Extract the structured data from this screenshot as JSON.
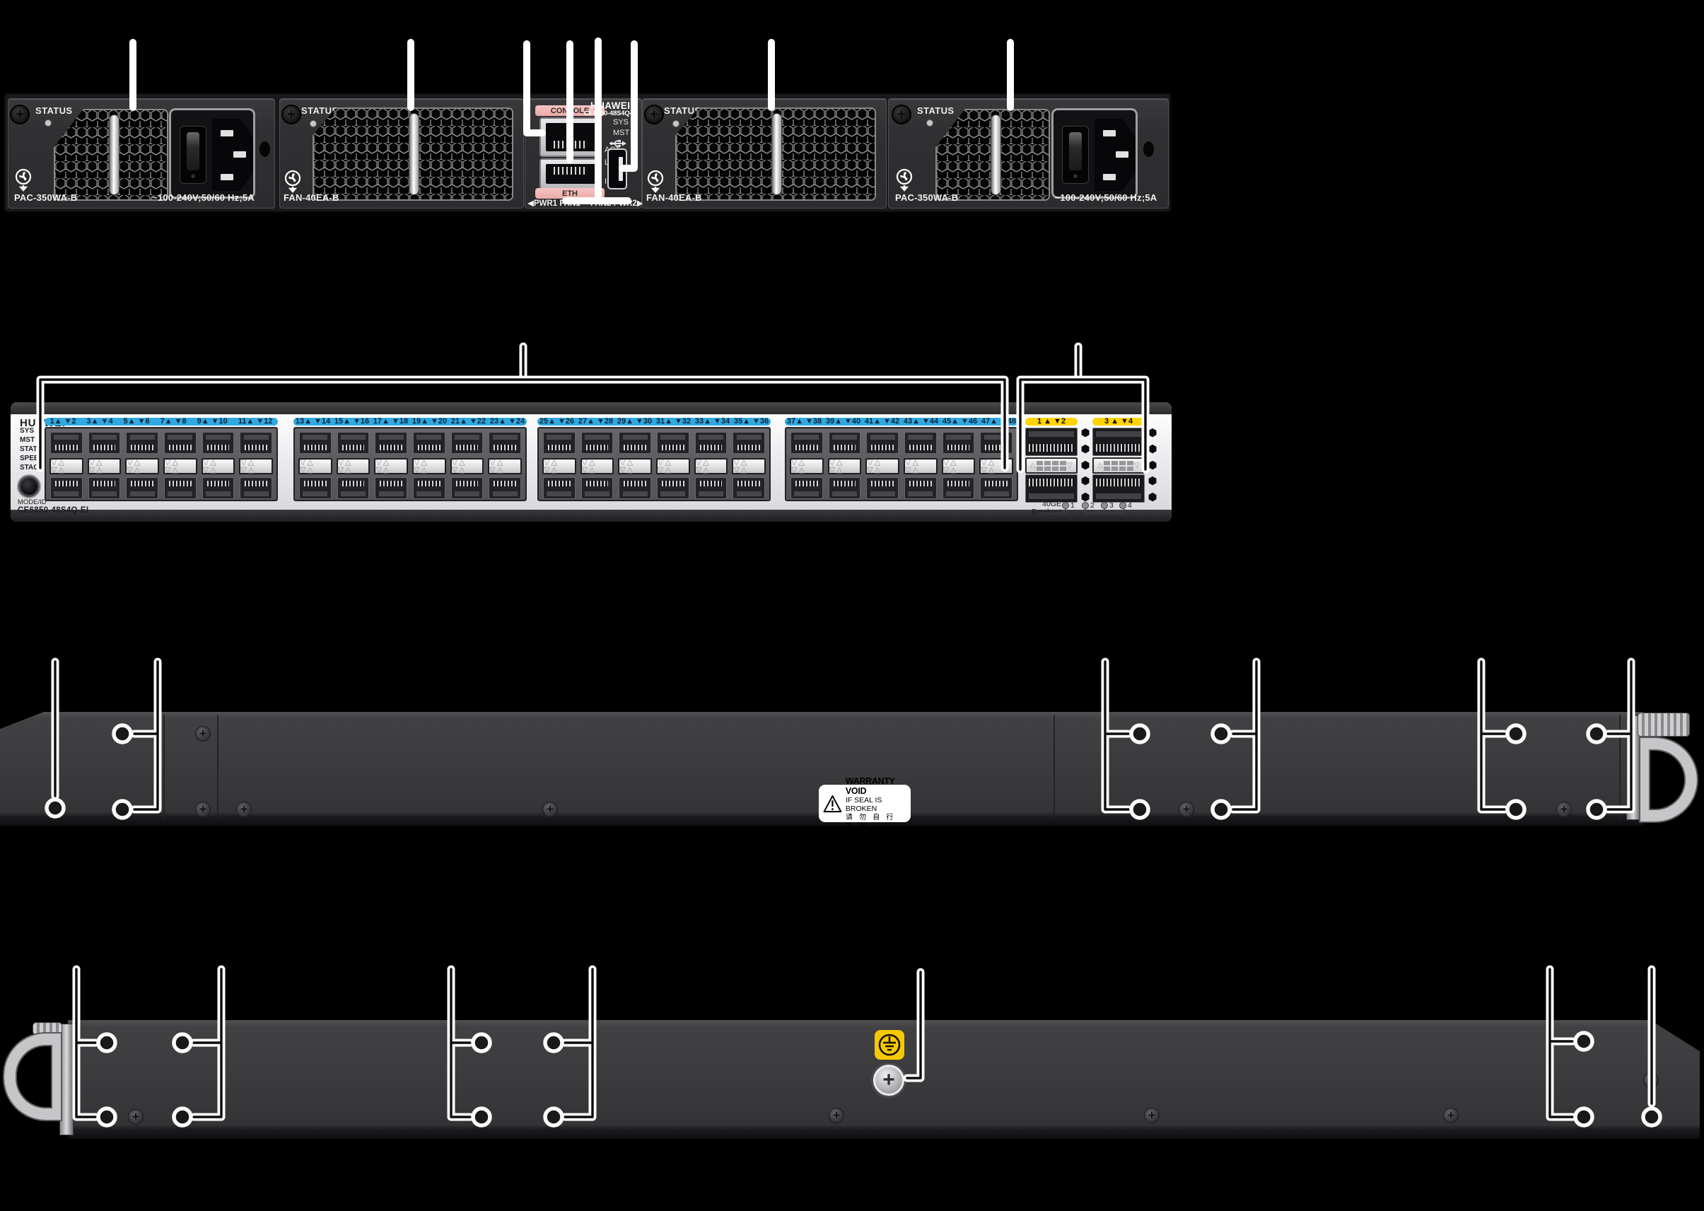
{
  "back_panel": {
    "psu_left": {
      "status": "STATUS",
      "model": "PAC-350WA-B",
      "rating": "~100-240V;50/60 Hz;5A"
    },
    "fan_left": {
      "status": "STATUS",
      "model": "FAN-40EA-B"
    },
    "mgmt": {
      "console": "CONSOLE",
      "eth": "ETH",
      "act": "ACT",
      "la": "L/A",
      "id": "ID",
      "brand": "HUAWEI",
      "model": "CE6850-48S4Q-EI",
      "sys": "SYS",
      "mst": "MST",
      "left_slot": "◀PWR1 FAN1",
      "right_slot": "FAN2 PWR2▶"
    },
    "fan_right": {
      "status": "STATUS",
      "model": "FAN-40EA-B"
    },
    "psu_right": {
      "status": "STATUS",
      "model": "PAC-350WA-B",
      "rating": "~100-240V;50/60 Hz;5A"
    }
  },
  "front_panel": {
    "brand": "HUAWEI",
    "led_labels": [
      "SYS",
      "MST",
      "STAT",
      "SPEED",
      "STACK"
    ],
    "mode_button": "MODE/ID",
    "model": "CE6850-48S4Q-EI",
    "sfp_groups": [
      [
        [
          "1",
          "2"
        ],
        [
          "3",
          "4"
        ],
        [
          "5",
          "6"
        ],
        [
          "7",
          "8"
        ],
        [
          "9",
          "10"
        ],
        [
          "11",
          "12"
        ]
      ],
      [
        [
          "13",
          "14"
        ],
        [
          "15",
          "16"
        ],
        [
          "17",
          "18"
        ],
        [
          "19",
          "20"
        ],
        [
          "21",
          "22"
        ],
        [
          "23",
          "24"
        ]
      ],
      [
        [
          "25",
          "26"
        ],
        [
          "27",
          "28"
        ],
        [
          "29",
          "30"
        ],
        [
          "31",
          "32"
        ],
        [
          "33",
          "34"
        ],
        [
          "35",
          "36"
        ]
      ],
      [
        [
          "37",
          "38"
        ],
        [
          "39",
          "40"
        ],
        [
          "41",
          "42"
        ],
        [
          "43",
          "44"
        ],
        [
          "45",
          "46"
        ],
        [
          "47",
          "48"
        ]
      ]
    ],
    "qsfp_groups": [
      [
        "1",
        "2"
      ],
      [
        "3",
        "4"
      ]
    ],
    "breakout_label_1": "40GE",
    "breakout_label_2": "Breakout",
    "breakout_leds": [
      "1",
      "2",
      "3",
      "4"
    ]
  },
  "rear_chassis_view": {
    "warranty_label": {
      "title": "WARRANTY VOID",
      "line2": "IF SEAL IS BROKEN",
      "line3": "请 勿 自 行 拆 封"
    }
  },
  "colors": {
    "sfp_strip_blue": "#2fa9e2",
    "qsfp_strip_yellow": "#ffd400",
    "mgmt_label_pink": "#f0b7b4",
    "panel_silver": "#ececee",
    "chassis_gray": "#3a3a3c",
    "callout_white": "#ffffff"
  }
}
